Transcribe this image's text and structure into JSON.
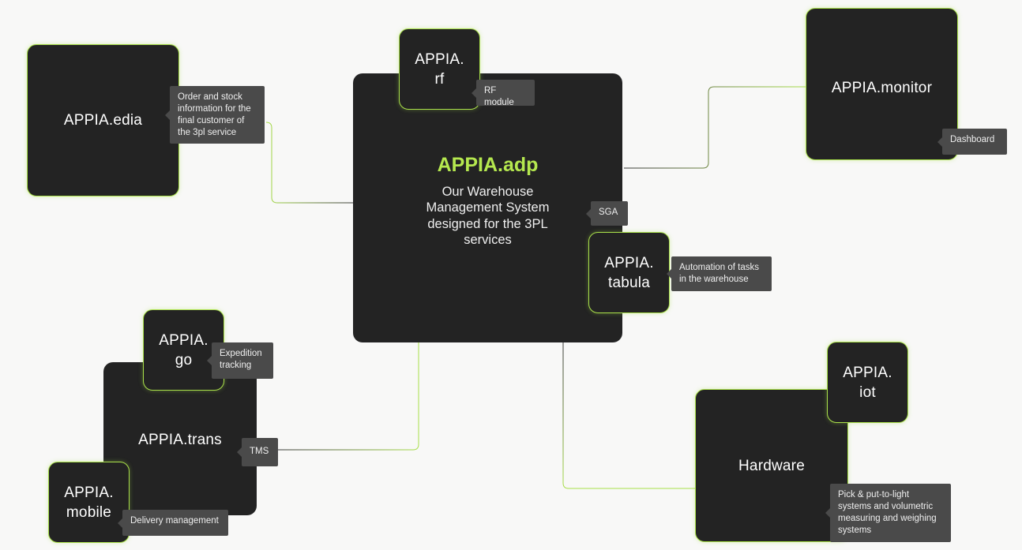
{
  "colors": {
    "background": "#f8f8f7",
    "box": "#232323",
    "accent": "#a9e04a",
    "adp_title": "#b5e84f",
    "tag_bg": "#4a4a4a",
    "line_dark": "#3a3a3a"
  },
  "center": {
    "title": "APPIA.adp",
    "description": "Our Warehouse Management System designed for the 3PL services"
  },
  "modules": {
    "rf": {
      "title": "APPIA.\nrf",
      "tag": "RF module"
    },
    "edia": {
      "title": "APPIA.edia",
      "tag": "Order and stock information for the final customer of the 3pl service"
    },
    "monitor": {
      "title": "APPIA.monitor",
      "tag": "Dashboard"
    },
    "sga": {
      "tag": "SGA"
    },
    "tabula": {
      "title": "APPIA.\ntabula",
      "tag": "Automation of tasks in the warehouse"
    },
    "trans": {
      "title": "APPIA.trans",
      "tag": "TMS"
    },
    "go": {
      "title": "APPIA.\ngo",
      "tag": "Expedition tracking"
    },
    "mobile": {
      "title": "APPIA.\nmobile",
      "tag": "Delivery management"
    },
    "hardware": {
      "title": "Hardware",
      "tag": "Pick & put-to-light systems and volumetric measuring and weighing systems"
    },
    "iot": {
      "title": "APPIA.\niot"
    }
  }
}
